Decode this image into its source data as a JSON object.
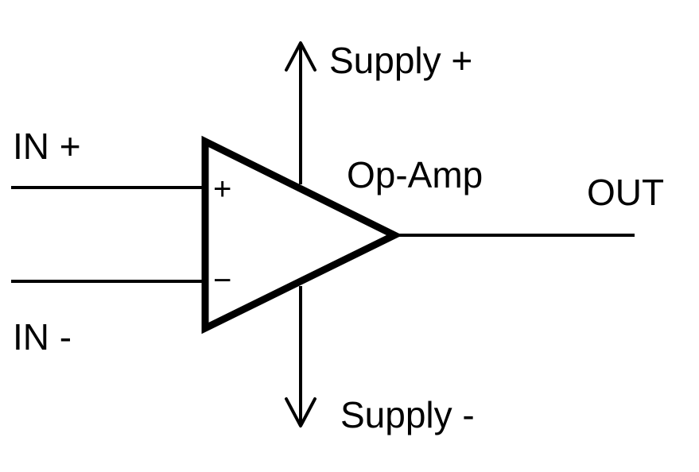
{
  "diagram": {
    "component_name": "Op-Amp",
    "pins": {
      "in_plus": "IN +",
      "in_minus": "IN -",
      "out": "OUT",
      "supply_plus": "Supply +",
      "supply_minus": "Supply -"
    },
    "input_symbols": {
      "plus": "+",
      "minus": "−"
    }
  },
  "colors": {
    "ink": "#000000",
    "background": "#ffffff"
  }
}
